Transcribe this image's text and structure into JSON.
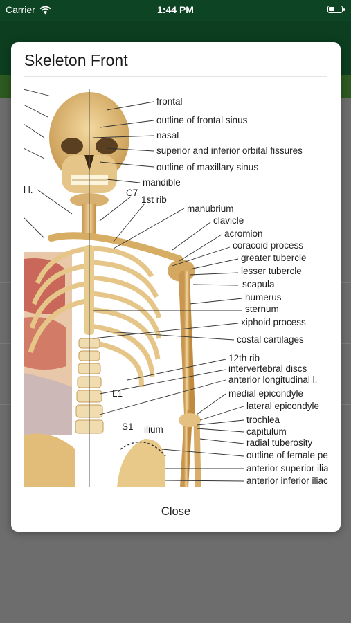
{
  "status_bar": {
    "carrier": "Carrier",
    "time": "1:44 PM"
  },
  "modal": {
    "title": "Skeleton Front",
    "close_label": "Close"
  },
  "figure": {
    "labels": [
      "frontal",
      "outline of frontal sinus",
      "nasal",
      "superior and inferior orbital fissures",
      "outline of maxillary sinus",
      "mandible",
      "l l.",
      "C7",
      "1st rib",
      "manubrium",
      "clavicle",
      "acromion",
      "coracoid process",
      "greater tubercle",
      "lesser tubercle",
      "scapula",
      "humerus",
      "sternum",
      "xiphoid process",
      "costal cartilages",
      "12th rib",
      "intervertebral discs",
      "anterior longitudinal l.",
      "medial epicondyle",
      "lateral epicondyle",
      "trochlea",
      "capitulum",
      "radial tuberosity",
      "outline of female pe",
      "anterior superior ilia",
      "anterior inferior iliac",
      "L1",
      "S1",
      "ilium"
    ]
  }
}
